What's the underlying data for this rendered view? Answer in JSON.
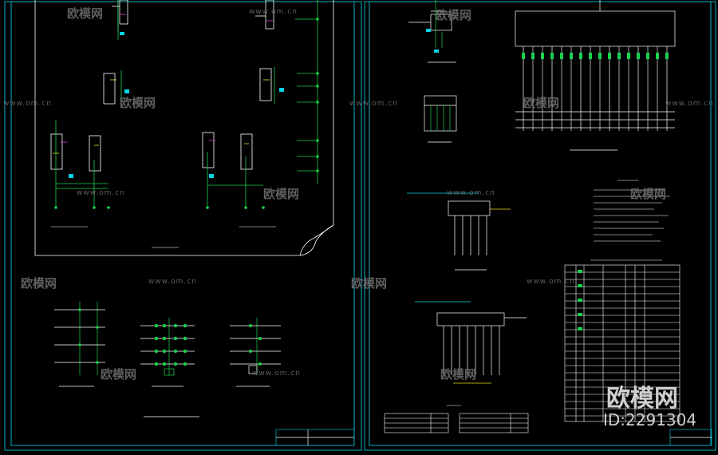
{
  "watermark": {
    "url": "www.om.cn",
    "brand": "欧模网",
    "brand_large": "欧模网",
    "id_text": "ID:2291304"
  },
  "colors": {
    "background": "#000000",
    "frame": "#00b4c8",
    "sheet": "#ffffff",
    "wire": "#ffffff",
    "green": "#19d24b",
    "cyan": "#00d4e6",
    "yellow": "#e6dc28",
    "magenta": "#e040e0",
    "watermark": "#6f6f6f"
  },
  "drawing": {
    "left_sheet": "electrical-schematic-sheet-left",
    "right_sheet": "electrical-schematic-sheet-right"
  }
}
